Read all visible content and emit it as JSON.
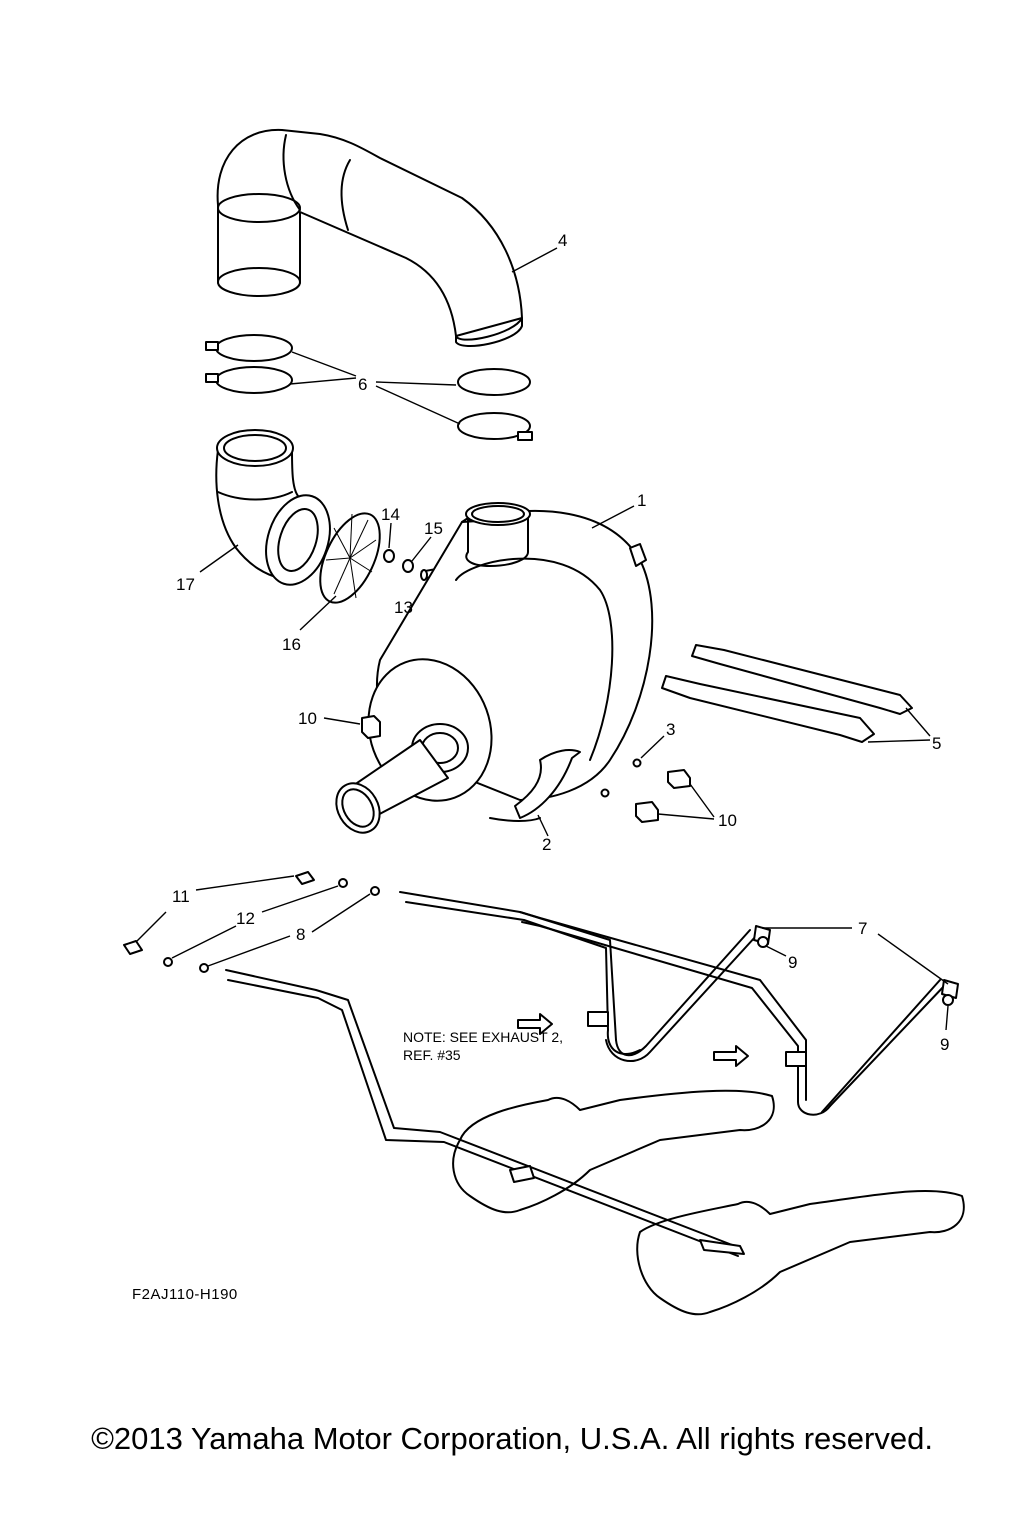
{
  "callouts": {
    "c1": "1",
    "c2": "2",
    "c3": "3",
    "c4": "4",
    "c5": "5",
    "c6": "6",
    "c7": "7",
    "c8": "8",
    "c9a": "9",
    "c9b": "9",
    "c10a": "10",
    "c10b": "10",
    "c11": "11",
    "c12": "12",
    "c13": "13",
    "c14": "14",
    "c15": "15",
    "c16": "16",
    "c17": "17"
  },
  "note": {
    "line1": "NOTE: SEE EXHAUST 2,",
    "line2": "REF. #35"
  },
  "figure_code": "F2AJ110-H190",
  "copyright": "©2013 Yamaha Motor Corporation, U.S.A. All rights reserved."
}
